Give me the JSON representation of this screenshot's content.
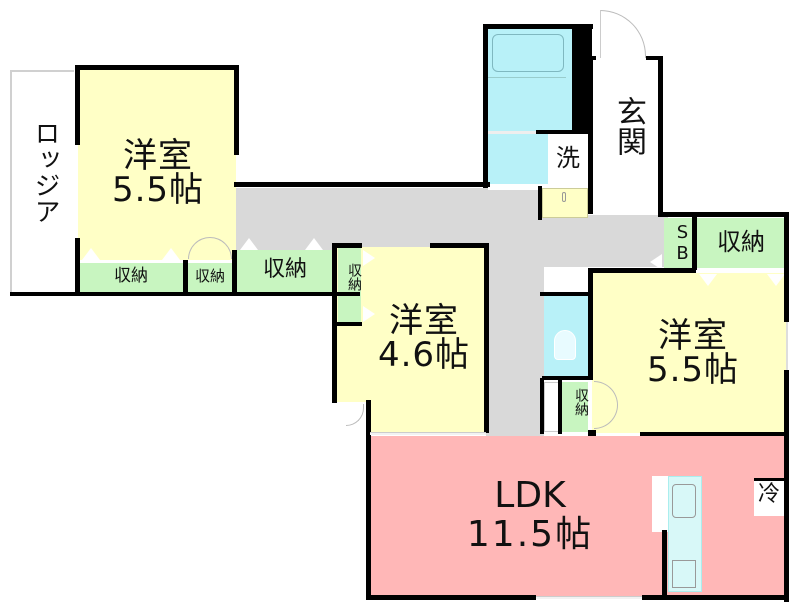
{
  "floorplan": {
    "rooms": {
      "loggia": {
        "label": "ロッジア"
      },
      "western_room_nw": {
        "name": "洋室",
        "size": "5.5帖"
      },
      "western_room_center": {
        "name": "洋室",
        "size": "4.6帖"
      },
      "western_room_east": {
        "name": "洋室",
        "size": "5.5帖"
      },
      "ldk": {
        "name": "LDK",
        "size": "11.5帖"
      },
      "entrance": {
        "label": "玄関"
      },
      "washroom": {
        "label": "洗"
      },
      "shoe_box": {
        "label": "SB"
      },
      "refrigerator": {
        "label": "冷"
      }
    },
    "storage": {
      "nw_closet_large": {
        "label": "収納"
      },
      "nw_closet_small": {
        "label": "収納"
      },
      "hall_closet": {
        "label": "収納"
      },
      "center_closet_vertical": {
        "label": "収納"
      },
      "east_closet": {
        "label": "収納"
      },
      "toilet_closet": {
        "label": "収納"
      }
    },
    "colors": {
      "western_room": "#ffffc6",
      "storage": "#c8f5c0",
      "hallway": "#d9d9d9",
      "wet_area": "#b8f1f8",
      "ldk": "#ffb7b7",
      "wall": "#000000"
    }
  }
}
